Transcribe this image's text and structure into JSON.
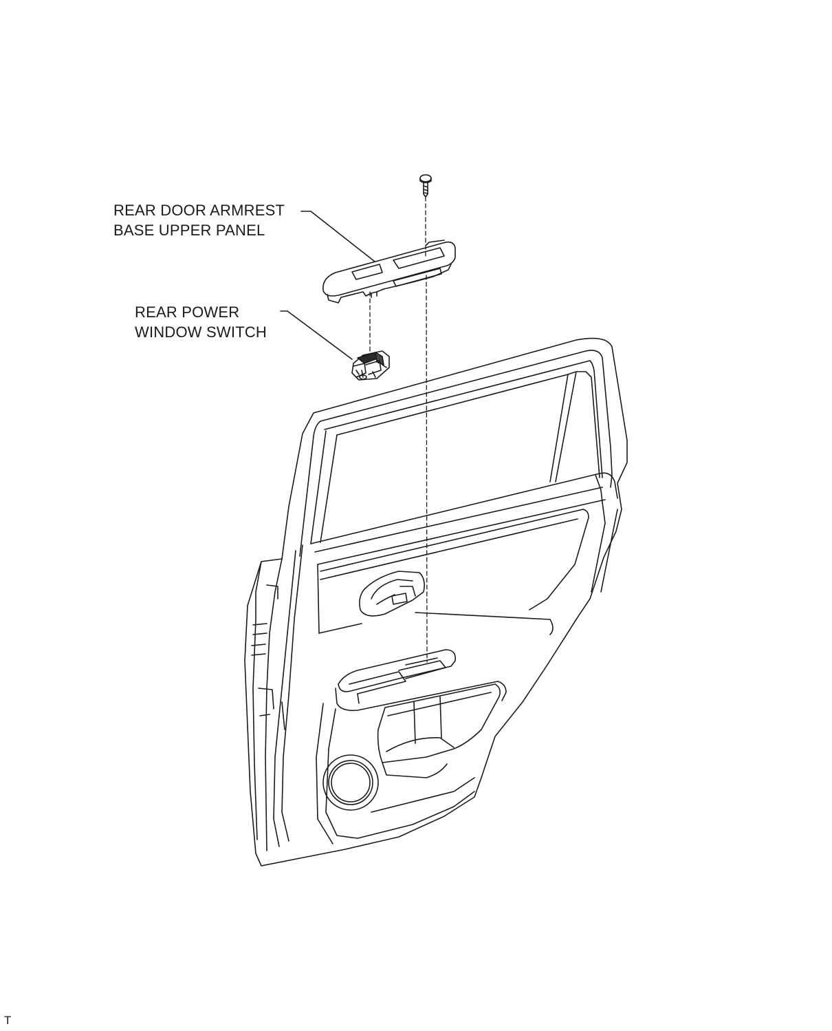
{
  "labels": {
    "armrest_panel": {
      "line1": "REAR DOOR ARMREST",
      "line2": "BASE UPPER PANEL"
    },
    "window_switch": {
      "line1": "REAR POWER",
      "line2": "WINDOW SWITCH"
    }
  },
  "corner_mark": "T",
  "colors": {
    "line": "#1a1a1a",
    "background": "#ffffff"
  }
}
